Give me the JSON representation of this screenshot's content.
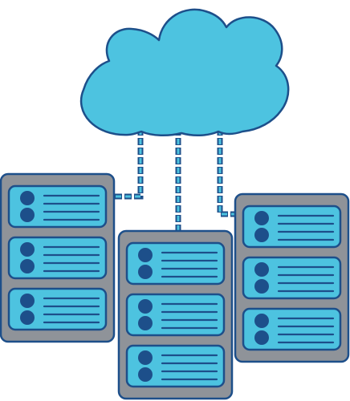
{
  "illustration": {
    "subject": "cloud-server-network",
    "icons": [
      "cloud-icon",
      "server-rack-icon",
      "dashed-connection-icon"
    ],
    "colors": {
      "cloud_fill": "#4dc3e0",
      "outline": "#1d4f8a",
      "rack_fill": "#8f9399",
      "unit_fill": "#4dc3e0",
      "dot_fill": "#1d4f8a",
      "connector_fill": "#4dc3e0"
    },
    "server_racks": [
      {
        "name": "left",
        "units": 3
      },
      {
        "name": "middle",
        "units": 3
      },
      {
        "name": "right",
        "units": 3
      }
    ],
    "connections": 3
  }
}
